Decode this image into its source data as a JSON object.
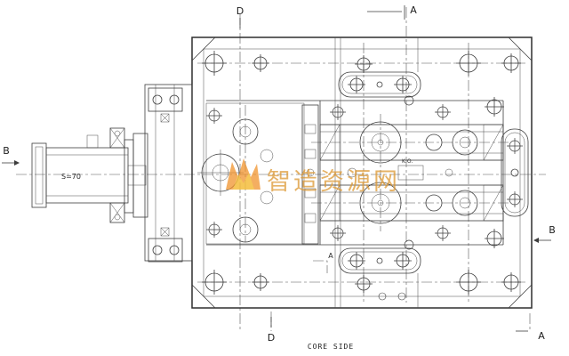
{
  "drawing": {
    "caption": "CORE SIDE",
    "labels": {
      "section_d_top": "D",
      "section_d_bottom": "D",
      "section_a_top": "A",
      "section_a_mid": "A",
      "section_a_bottom": "A",
      "section_b_left": "B",
      "section_b_right": "B",
      "cylinder_stroke": "S=70",
      "knockout": "K.O."
    },
    "colors": {
      "line": "#3d3d3d",
      "centerline": "#555555",
      "background": "#ffffff"
    }
  },
  "watermark": {
    "text": "智造资源网",
    "text_color": "#dd9833",
    "logo_color_outer": "#f0932b",
    "logo_color_inner": "#f6c343"
  }
}
